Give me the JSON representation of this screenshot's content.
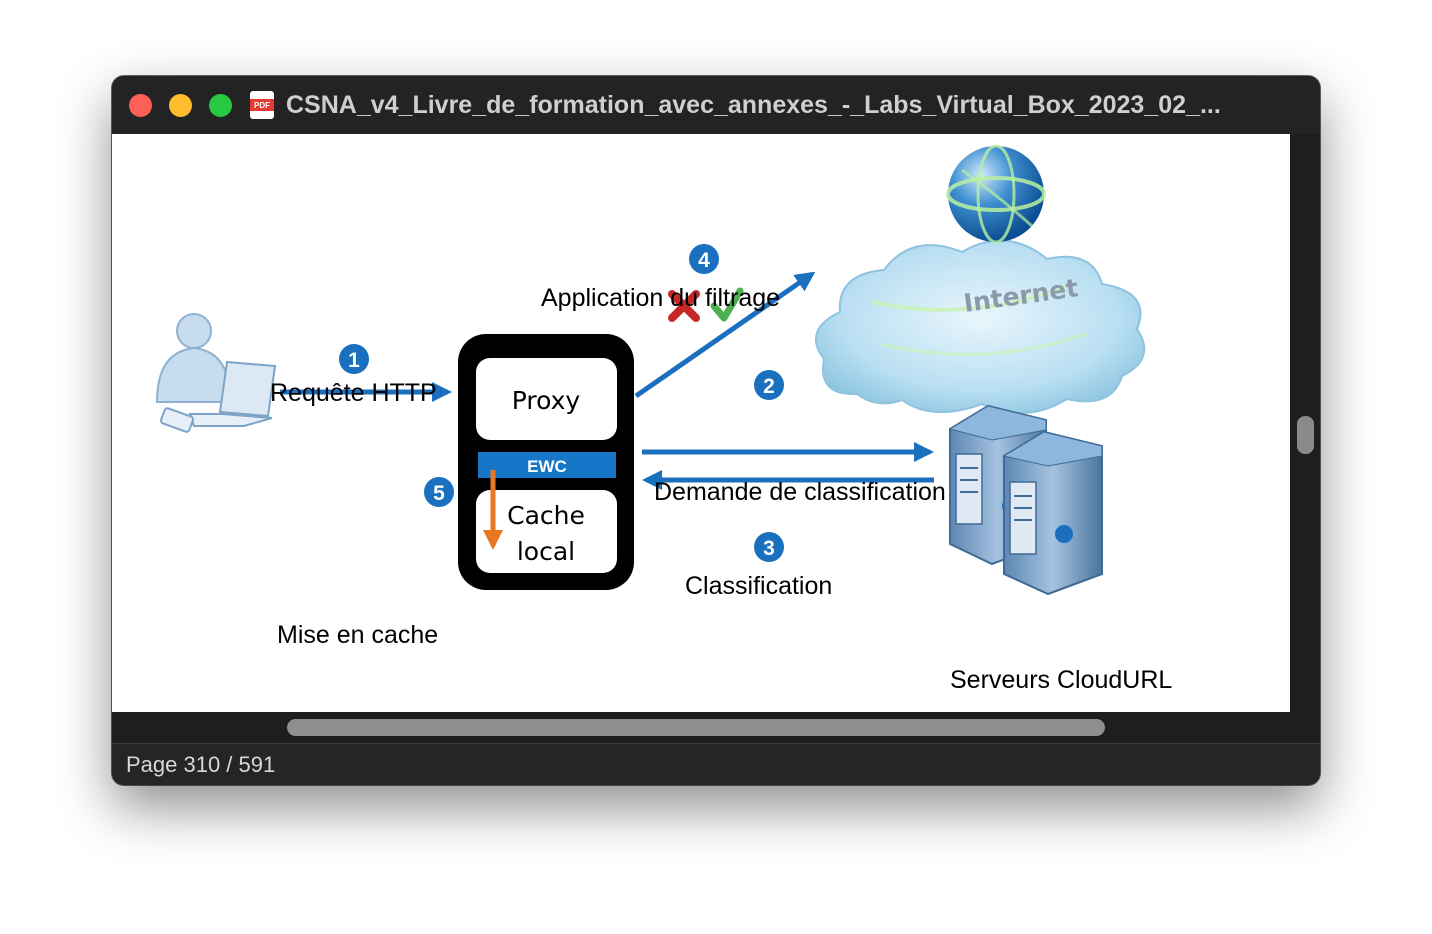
{
  "window": {
    "title": "CSNA_v4_Livre_de_formation_avec_annexes_-_Labs_Virtual_Box_2023_02_...",
    "pdf_icon_text": "PDF"
  },
  "diagram": {
    "label_request": "Requête HTTP",
    "label_filtering": "Application du filtrage",
    "label_classification_request": "Demande de classification",
    "label_classification": "Classification",
    "label_caching": "Mise en cache",
    "label_servers": "Serveurs CloudURL",
    "proxy_label": "Proxy",
    "ewc_label": "EWC",
    "cache_line1": "Cache",
    "cache_line2": "local",
    "internet_label": "Internet",
    "step_numbers": [
      "1",
      "2",
      "3",
      "4",
      "5"
    ]
  },
  "status": {
    "page": "Page 310 / 591"
  },
  "colors": {
    "arrow_blue": "#1a6fbf",
    "ewc_blue": "#1677c8",
    "orange_arrow": "#e87722",
    "deny_red": "#c62828",
    "allow_green": "#4caf50"
  }
}
